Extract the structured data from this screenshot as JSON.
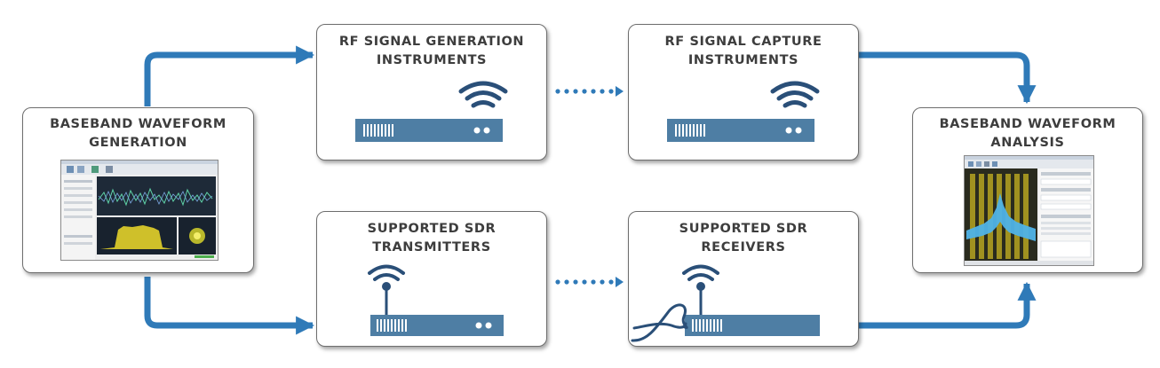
{
  "colors": {
    "accent": "#2f7ab8",
    "device": "#4e7ea4",
    "box_border": "#6e6e6e",
    "title": "#3d3d3d"
  },
  "boxes": {
    "baseband_generation": {
      "line1": "BASEBAND WAVEFORM",
      "line2": "GENERATION"
    },
    "rf_generation": {
      "line1": "RF SIGNAL GENERATION",
      "line2": "INSTRUMENTS"
    },
    "rf_capture": {
      "line1": "RF SIGNAL CAPTURE",
      "line2": "INSTRUMENTS"
    },
    "baseband_analysis": {
      "line1": "BASEBAND WAVEFORM",
      "line2": "ANALYSIS"
    },
    "sdr_transmitters": {
      "line1": "SUPPORTED SDR",
      "line2": "TRANSMITTERS"
    },
    "sdr_receivers": {
      "line1": "SUPPORTED SDR",
      "line2": "RECEIVERS"
    }
  },
  "icons": {
    "rf_generation": [
      "wifi-signal-icon",
      "rf-instrument-icon"
    ],
    "rf_capture": [
      "wifi-signal-icon",
      "rf-instrument-icon"
    ],
    "sdr_transmitters": [
      "antenna-icon",
      "sdr-radio-icon"
    ],
    "sdr_receivers": [
      "antenna-icon",
      "sdr-radio-icon",
      "cable-icon"
    ],
    "baseband_generation": [
      "waveform-generator-app-screenshot"
    ],
    "baseband_analysis": [
      "spectrum-analyzer-app-screenshot"
    ]
  }
}
